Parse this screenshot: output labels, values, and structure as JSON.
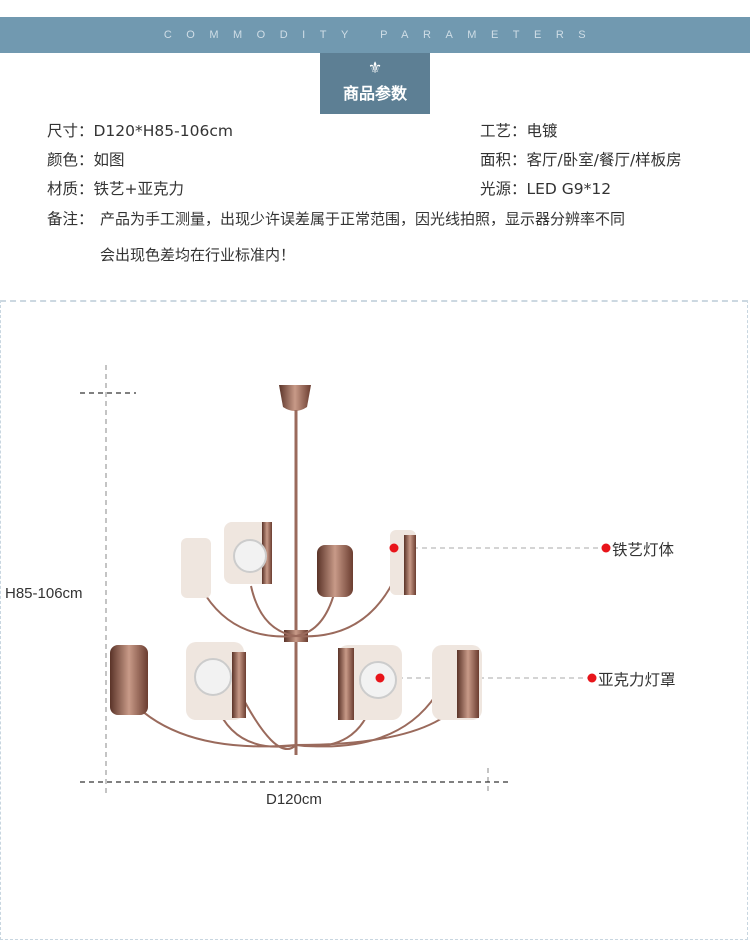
{
  "banner": {
    "title": "COMMODITY PARAMETERS"
  },
  "section": {
    "icon": "fleur-de-lis-icon",
    "title": "商品参数"
  },
  "params": {
    "size": "尺寸：D120*H85-106cm",
    "craft": "工艺：电镀",
    "color": "颜色：如图",
    "area": "面积：客厅/卧室/餐厅/样板房",
    "material": "材质：铁艺+亚克力",
    "light": "光源：LED G9*12",
    "note_label": "备注：",
    "note_line1": "产品为手工测量，出现少许误差属于正常范围，因光线拍照，显示器分辨率不同",
    "note_line2": "会出现色差均在行业标准内！"
  },
  "diagram": {
    "height_label": "H85-106cm",
    "width_label": "D120cm",
    "callout_body": "铁艺灯体",
    "callout_shade": "亚克力灯罩",
    "accent": "#e8141a"
  }
}
